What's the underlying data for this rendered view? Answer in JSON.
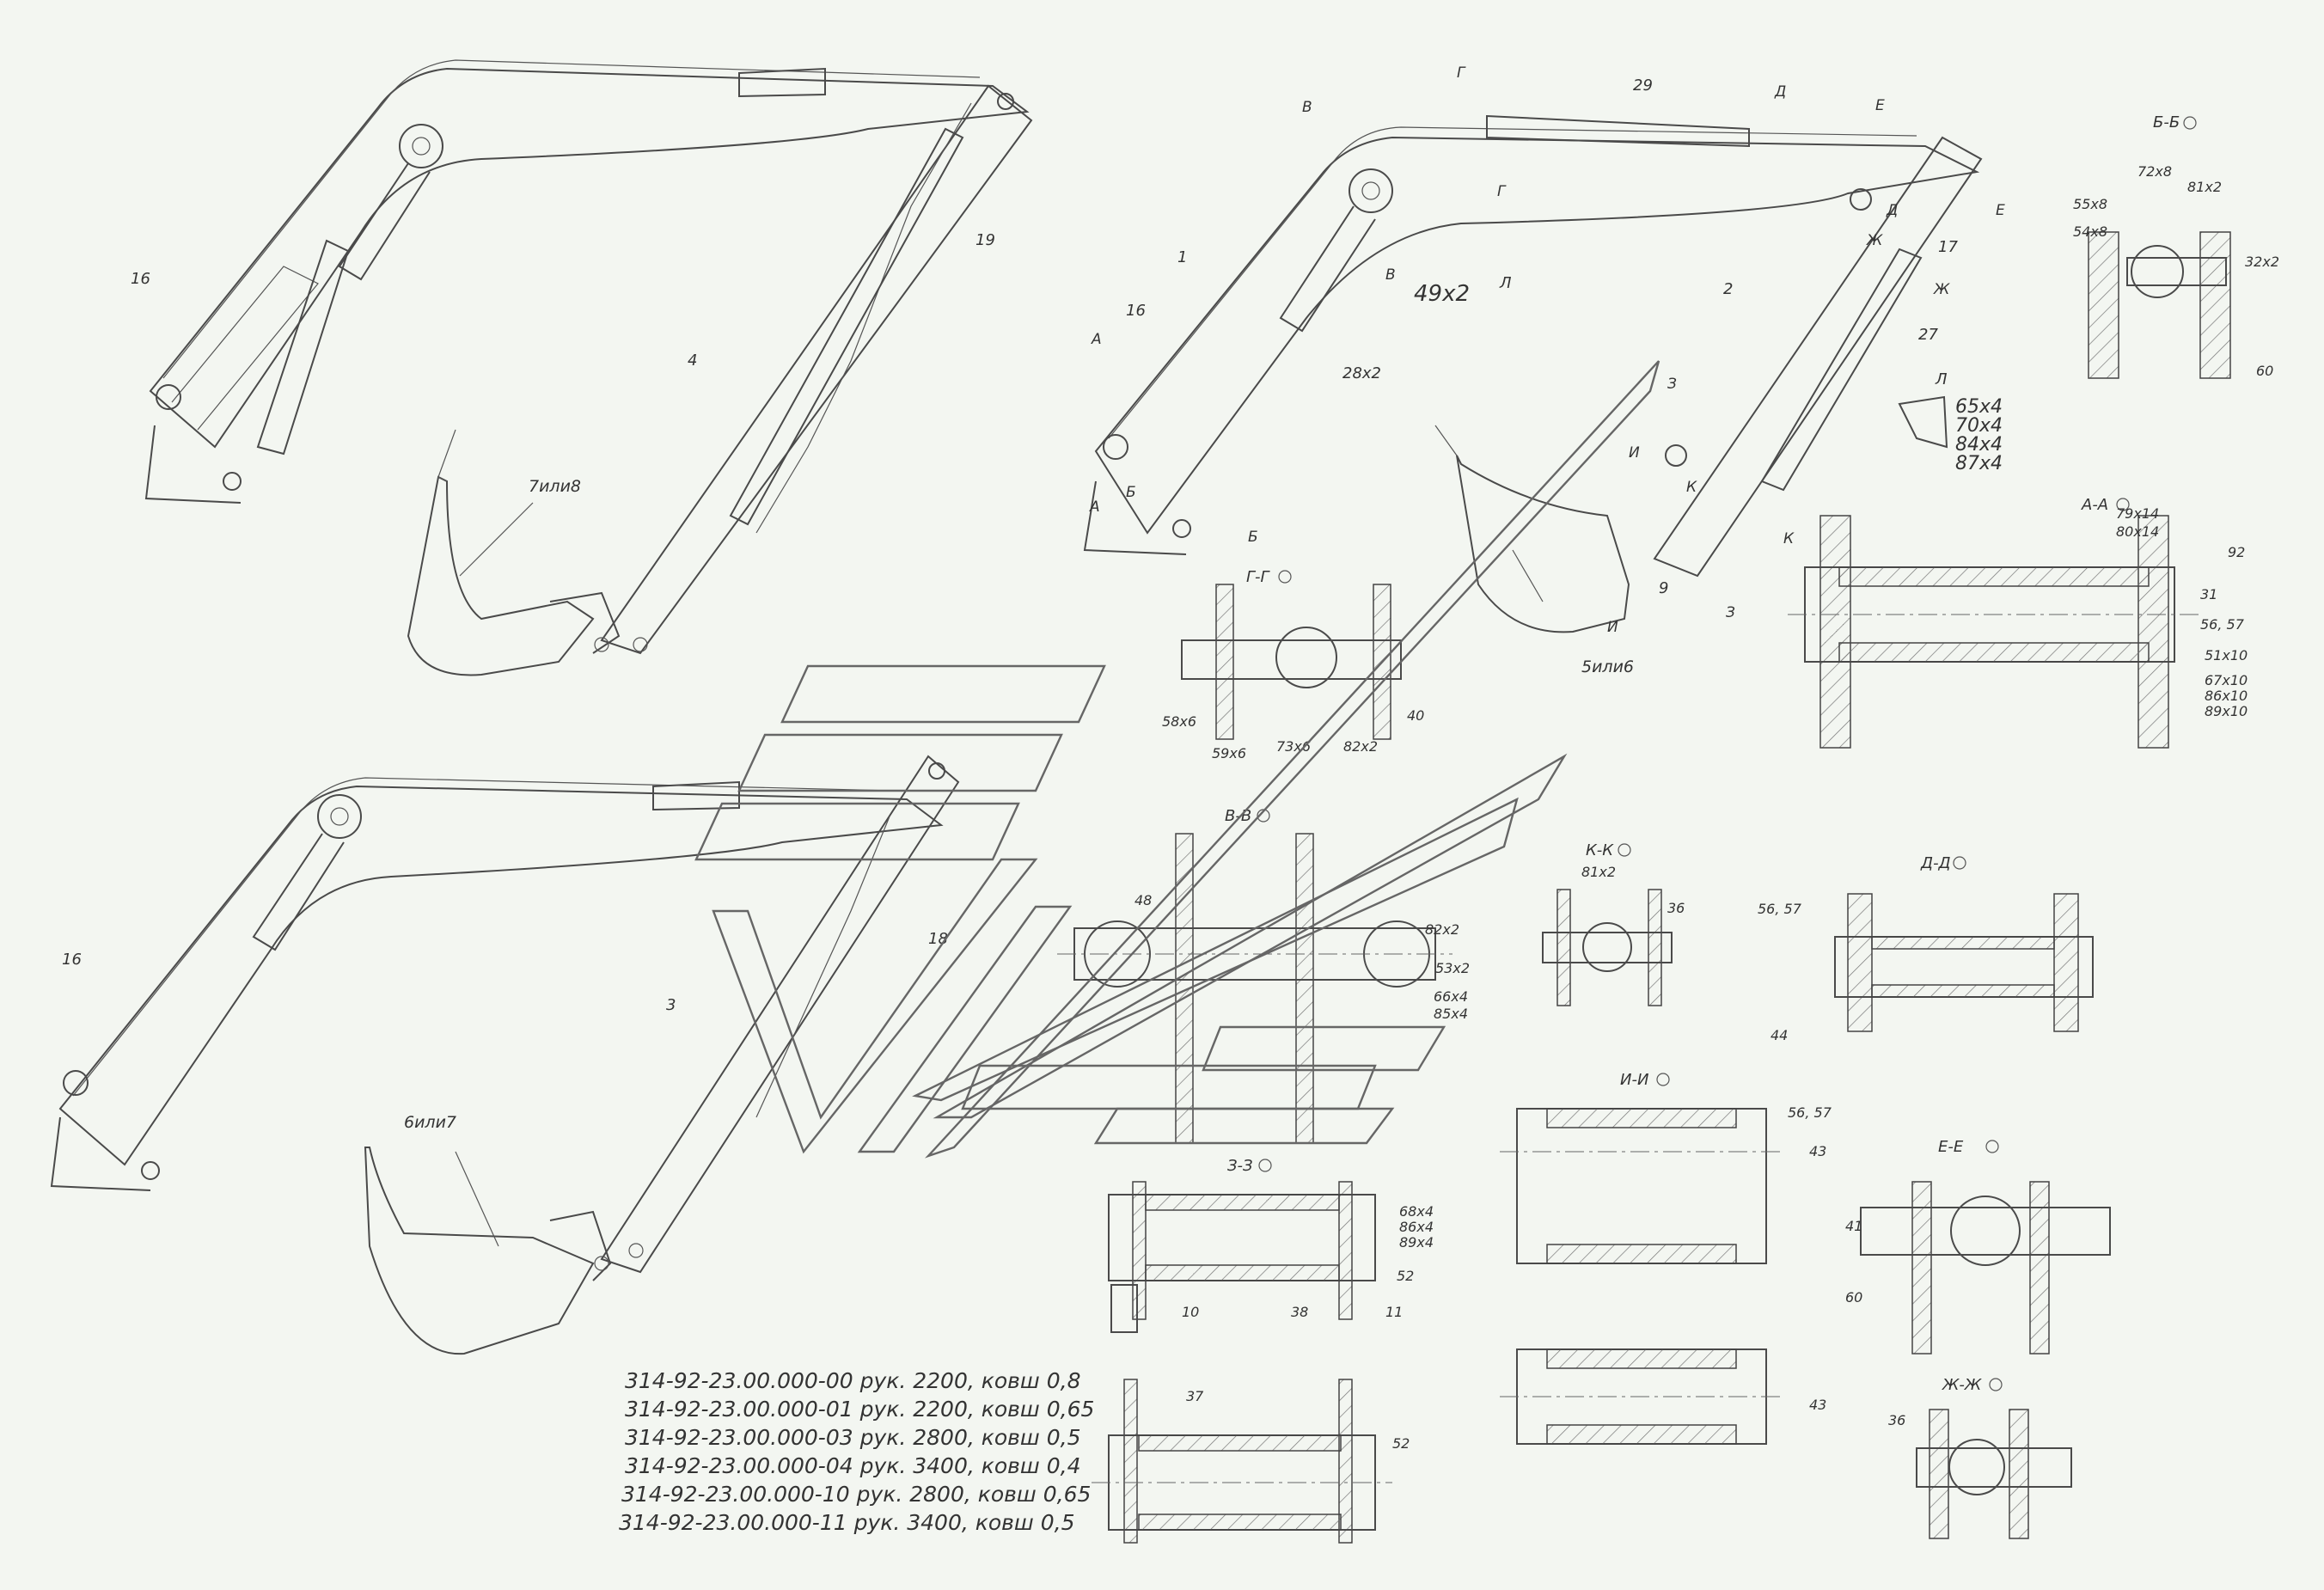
{
  "labels": {
    "p16a": "16",
    "p19": "19",
    "p4": "4",
    "p7or8": "7или8",
    "p16b": "16",
    "p18": "18",
    "p3": "3",
    "p6or7": "6или7",
    "p1": "1",
    "p16c": "16",
    "p28x2": "28х2",
    "p49x2": "49х2",
    "pL": "Л",
    "p29": "29",
    "p2": "2",
    "p17": "17",
    "p27": "27",
    "p9": "9",
    "p5or6": "5или6",
    "mA1": "А",
    "mA2": "А",
    "mB1": "Б",
    "mB2": "Б",
    "mV1": "В",
    "mV2": "В",
    "mG1": "Г",
    "mG2": "Г",
    "mD1": "Д",
    "mD2": "Д",
    "mE1": "Е",
    "mE2": "Е",
    "mZh1": "Ж",
    "mZh2": "Ж",
    "mZ1": "З",
    "mZ2": "З",
    "mI1": "И",
    "mI2": "И",
    "mK1": "К",
    "mK2": "К"
  },
  "sections": {
    "BB": {
      "title": "Б-Б",
      "parts": [
        "72х8",
        "81х2",
        "55х8",
        "54х8",
        "32х2",
        "60"
      ]
    },
    "L": {
      "title": "Л",
      "parts": [
        "65х4",
        "70х4",
        "84х4",
        "87х4"
      ]
    },
    "AA": {
      "title": "А-А",
      "parts": [
        "79х14",
        "80х14",
        "92",
        "31",
        "56, 57",
        "51х10",
        "67х10",
        "86х10",
        "89х10"
      ]
    },
    "GG": {
      "title": "Г-Г",
      "parts": [
        "58х6",
        "59х6",
        "73х6",
        "82х2",
        "40"
      ]
    },
    "VV": {
      "title": "В-В",
      "parts": [
        "48",
        "82х2",
        "53х2",
        "66х4",
        "85х4"
      ]
    },
    "KK": {
      "title": "К-К",
      "parts": [
        "81х2",
        "36"
      ]
    },
    "DD": {
      "title": "Д-Д",
      "parts": [
        "56, 57",
        "44"
      ]
    },
    "II": {
      "title": "И-И",
      "parts": [
        "56, 57",
        "43",
        "43"
      ]
    },
    "EE": {
      "title": "Е-Е",
      "parts": [
        "41",
        "60"
      ]
    },
    "ZhZh": {
      "title": "Ж-Ж",
      "parts": [
        "36"
      ]
    },
    "ZZ": {
      "title": "З-З",
      "parts": [
        "68х4",
        "86х4",
        "89х4",
        "52",
        "10",
        "38",
        "11"
      ]
    },
    "S37": {
      "parts": [
        "37",
        "52"
      ]
    }
  },
  "variants": [
    "314-92-23.00.000-00 рук. 2200, ковш 0,8",
    "314-92-23.00.000-01 рук. 2200, ковш 0,65",
    "314-92-23.00.000-03 рук. 2800, ковш 0,5",
    "314-92-23.00.000-04 рук. 3400, ковш 0,4",
    "314-92-23.00.000-10 рук. 2800, ковш 0,65",
    "314-92-23.00.000-11 рук. 3400, ковш 0,5"
  ],
  "colors": {
    "line": "#4a4a4a",
    "background": "#f3f6f1",
    "watermark": "#6b6b6b"
  }
}
